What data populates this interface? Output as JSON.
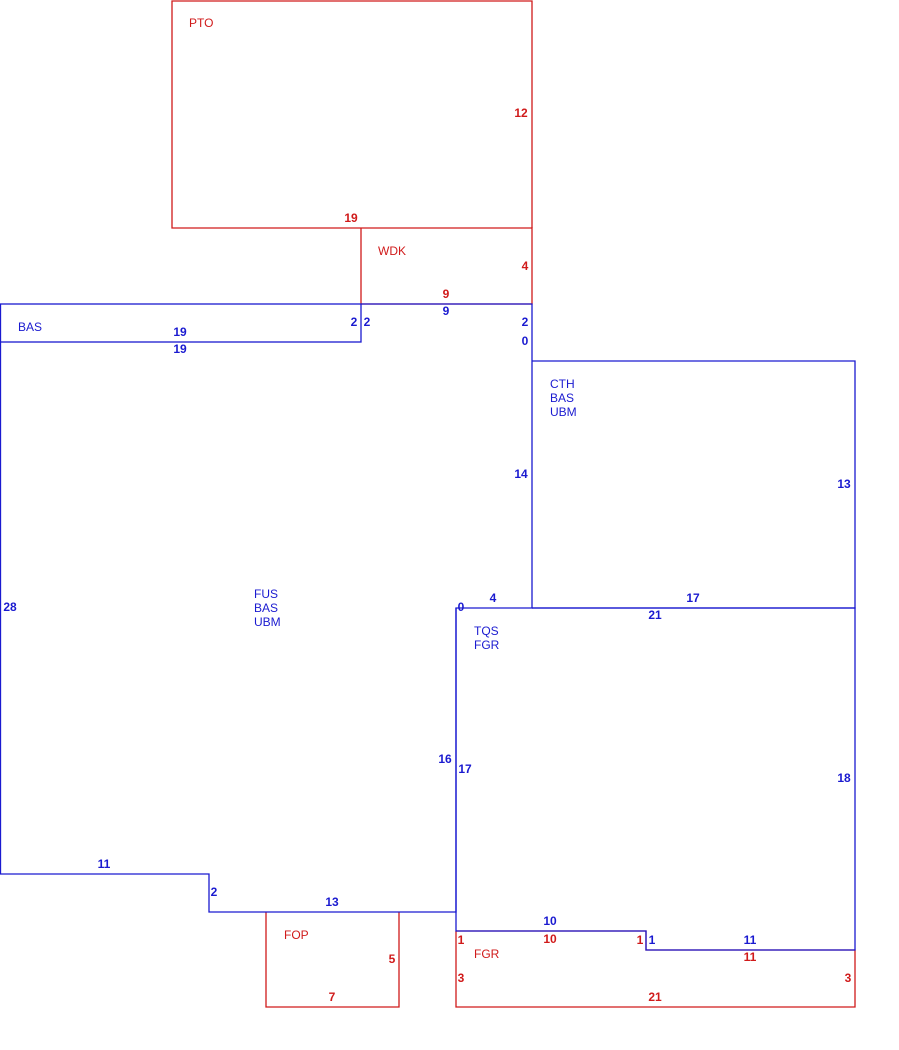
{
  "colors": {
    "blue": "#1a1ad0",
    "red": "#d01a1a",
    "background": "#ffffff"
  },
  "areas": {
    "pto": [
      "PTO"
    ],
    "wdk": [
      "WDK"
    ],
    "bas_strip": [
      "BAS"
    ],
    "main": [
      "FUS",
      "BAS",
      "UBM"
    ],
    "cth": [
      "CTH",
      "BAS",
      "UBM"
    ],
    "tqs": [
      "TQS",
      "FGR"
    ],
    "fop": [
      "FOP"
    ],
    "fgr": [
      "FGR"
    ]
  },
  "dimensions": {
    "pto_right": "12",
    "pto_bottom": "19",
    "wdk_right": "4",
    "wdk_bottom": "9",
    "bas_strip_top": "19",
    "bas_strip_right": "2",
    "main_top_left": "19",
    "main_left": "28",
    "notch_right_side": "2",
    "top_segment": "9",
    "step_right_upper": "2",
    "step_right_lower": "0",
    "main_right_upper": "14",
    "step_left_zero": "0",
    "step_left_four": "4",
    "main_right_lower": "16",
    "main_bottom_left": "11",
    "main_bottom_step": "2",
    "main_bottom_right": "13",
    "cth_right": "13",
    "cth_bottom": "17",
    "tqs_top": "21",
    "tqs_left": "17",
    "tqs_right": "18",
    "tqs_bottom_left": "10",
    "tqs_bottom_step": "1",
    "tqs_bottom_right": "11",
    "fop_right": "5",
    "fop_bottom": "7",
    "fgr_top_left": "10",
    "fgr_left_upper": "1",
    "fgr_step": "1",
    "fgr_top_right": "11",
    "fgr_left": "3",
    "fgr_right": "3",
    "fgr_bottom": "21"
  }
}
